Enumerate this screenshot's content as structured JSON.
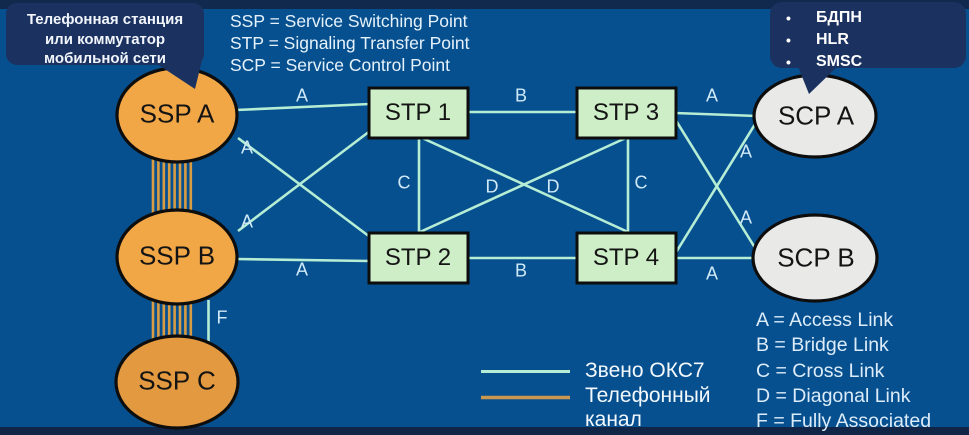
{
  "tooltip_left": {
    "lines": [
      "Телефонная станция",
      "или коммутатор",
      "мобильной сети"
    ]
  },
  "acronym_legend": {
    "lines": [
      "SSP = Service Switching Point",
      "STP = Signaling Transfer Point",
      "SCP = Service Control Point"
    ]
  },
  "tooltip_right": {
    "bullet": "•",
    "items": [
      "БДПН",
      "HLR",
      "SMSC"
    ]
  },
  "nodes": {
    "ssp_a": "SSP A",
    "ssp_b": "SSP B",
    "ssp_c": "SSP C",
    "stp_1": "STP 1",
    "stp_2": "STP 2",
    "stp_3": "STP 3",
    "stp_4": "STP 4",
    "scp_a": "SCP A",
    "scp_b": "SCP B"
  },
  "link_labels": [
    "A",
    "A",
    "A",
    "A",
    "B",
    "B",
    "C",
    "C",
    "D",
    "D",
    "F",
    "A",
    "A",
    "A",
    "A"
  ],
  "line_legend": {
    "signaling": "Звено ОКС7",
    "phone": "Телефонный канал"
  },
  "link_type_legend": [
    "A = Access Link",
    "B = Bridge Link",
    "C = Cross Link",
    "D = Diagonal Link",
    "F = Fully Associated"
  ],
  "colors": {
    "background": "#07508f",
    "top_band": "#12294e",
    "bottom_band": "#112546",
    "tooltip_fill": "#1b3261",
    "ssp_fill": "#f2a747",
    "ssp_c_fill": "#e2993f",
    "stp_fill": "#cdeec6",
    "scp_fill": "#e9e9e8",
    "signal_link": "#b5edd5",
    "phone_link": "#d89c45",
    "link_label_text": "#cfe9f7"
  }
}
